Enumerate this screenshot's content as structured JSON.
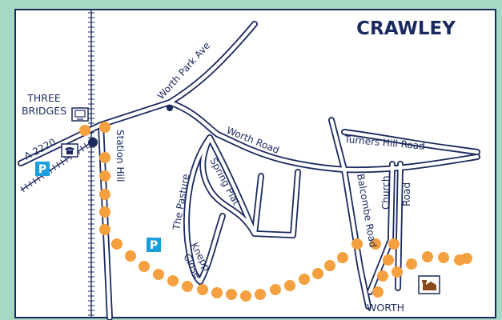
{
  "map": {
    "title": "CRAWLEY",
    "places": {
      "three": "THREE",
      "bridges": "BRIDGES",
      "worth": "WORTH"
    },
    "roads": {
      "a2220": "A 2220",
      "station_hill": "Station Hill",
      "worth_park_ave": "Worth Park Ave",
      "worth_road": "Worth Road",
      "turners_hill_road": "Turners Hill Road",
      "the_pasture": "The Pasture",
      "spring_plat": "Spring Plat",
      "knepp": "Knepp",
      "close": "Close",
      "balcombe_road": "Balcombe Road",
      "church": "Church",
      "road": "Road"
    },
    "parking_label": "P",
    "colors": {
      "frame": "#a6d9c4",
      "road": "#1b2a5e",
      "route": "#f5a040",
      "parking": "#1a9fdc"
    },
    "icons": {
      "station": "railway-station-icon",
      "phone": "telephone-icon",
      "church": "church-icon"
    }
  }
}
